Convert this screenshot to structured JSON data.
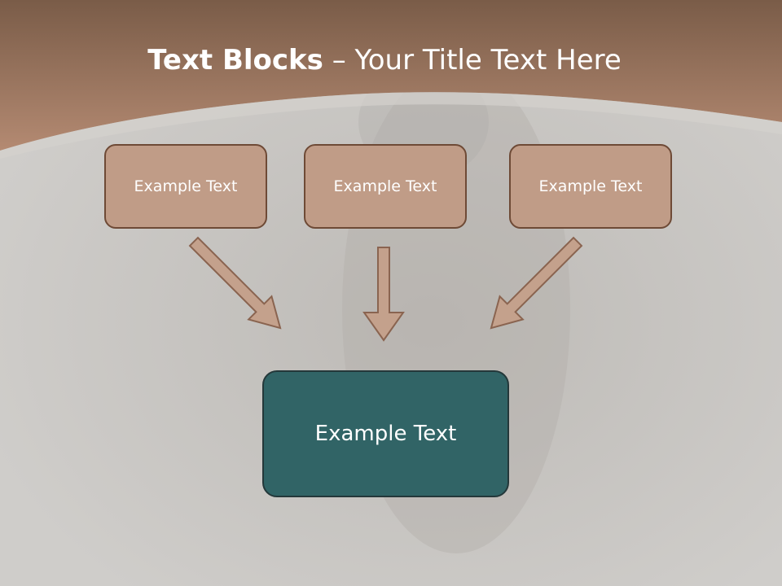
{
  "slide": {
    "title_bold": "Text Blocks",
    "title_rest": " – Your Title Text Here",
    "blocks": [
      {
        "label": "Example Text"
      },
      {
        "label": "Example Text"
      },
      {
        "label": "Example Text"
      }
    ],
    "target": {
      "label": "Example Text"
    }
  },
  "colors": {
    "header": "#a07862",
    "background": "#cbc9c6",
    "block_fill": "#c09c87",
    "block_border": "#6e4a36",
    "target_fill": "#316466",
    "arrow_fill": "#c4a18c",
    "arrow_stroke": "#8a6450"
  }
}
